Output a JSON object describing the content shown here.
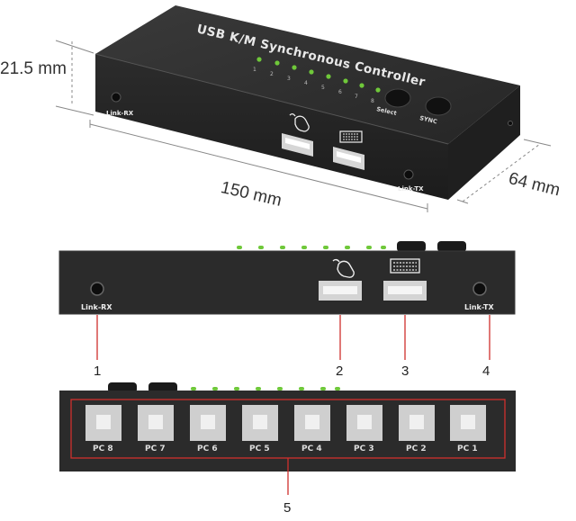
{
  "dimensions": {
    "height": "21.5 mm",
    "length": "150 mm",
    "depth": "64 mm"
  },
  "device": {
    "title": "USB K/M Synchronous Controller",
    "link_rx": "Link-RX",
    "link_tx": "Link-TX",
    "select_label": "Select",
    "sync_label": "SYNC",
    "led_numbers": [
      "1",
      "2",
      "3",
      "4",
      "5",
      "6",
      "7",
      "8"
    ]
  },
  "callouts": [
    "1",
    "2",
    "3",
    "4",
    "5"
  ],
  "ports": [
    "PC 8",
    "PC 7",
    "PC 6",
    "PC 5",
    "PC 4",
    "PC 3",
    "PC 2",
    "PC 1"
  ],
  "colors": {
    "body": "#2b2b2b",
    "led_green": "#6fc83a",
    "callout_red": "#d0302c"
  }
}
